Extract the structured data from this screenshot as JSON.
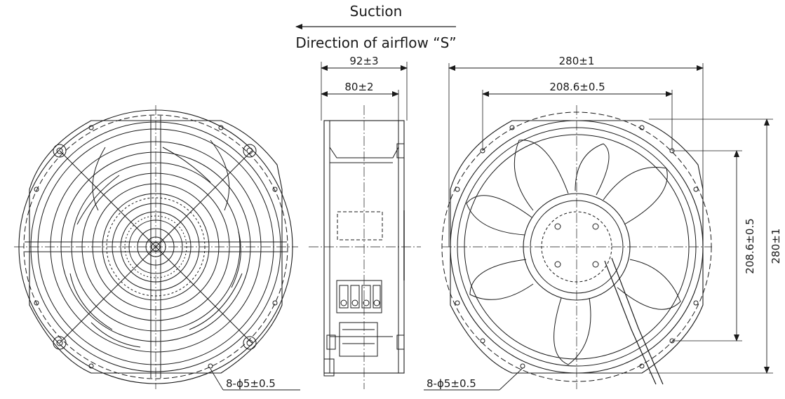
{
  "header": {
    "suction_label": "Suction",
    "airflow_label": "Direction of airflow “S”"
  },
  "side_view": {
    "overall_depth": "92±3",
    "frame_depth": "80±2"
  },
  "rear_view": {
    "overall_width": "280±1",
    "hole_spacing_h": "208.6±0.5",
    "hole_spacing_v": "208.6±0.5",
    "overall_height": "280±1",
    "mount_holes": "8-ϕ5±0.5"
  },
  "front_view": {
    "mount_holes": "8-ϕ5±0.5"
  },
  "colors": {
    "line": "#1a1a1a",
    "background": "#ffffff"
  }
}
